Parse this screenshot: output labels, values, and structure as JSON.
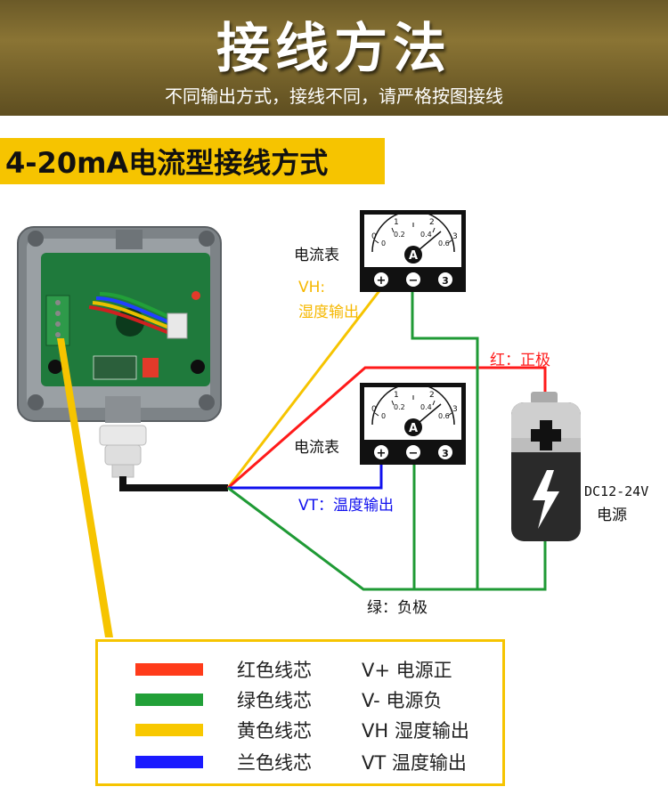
{
  "header": {
    "title": "接线方法",
    "subtitle": "不同输出方式，接线不同，请严格按图接线"
  },
  "section": {
    "title": "4-20mA电流型接线方式"
  },
  "meter_top": {
    "label": "电流表",
    "scale_top": [
      "0",
      "1",
      "2",
      "3"
    ],
    "scale_inner": [
      "0",
      "0.2",
      "0.4",
      "0.6"
    ],
    "unit": "A",
    "terminals": [
      "+",
      "−",
      "3"
    ]
  },
  "meter_bottom": {
    "label": "电流表",
    "scale_top": [
      "0",
      "1",
      "2",
      "3"
    ],
    "scale_inner": [
      "0",
      "0.2",
      "0.4",
      "0.6"
    ],
    "unit": "A",
    "terminals": [
      "+",
      "−",
      "3"
    ]
  },
  "wire_labels": {
    "vh_line1": "VH:",
    "vh_line2": "湿度输出",
    "red": "红：正极",
    "vt": "VT：温度输出",
    "green": "绿：负极"
  },
  "power": {
    "line1": "DC12-24V",
    "line2": "电源"
  },
  "legend": [
    {
      "name": "红色线芯",
      "desc": "V+ 电源正",
      "color": "#ff3b1a"
    },
    {
      "name": "绿色线芯",
      "desc": "V- 电源负",
      "color": "#22a038"
    },
    {
      "name": "黄色线芯",
      "desc": "VH 湿度输出",
      "color": "#f8c800"
    },
    {
      "name": "兰色线芯",
      "desc": "VT 温度输出",
      "color": "#1a1aff"
    }
  ],
  "colors": {
    "red": "#ff1a1a",
    "green": "#1f9a35",
    "yellow": "#f6c400",
    "blue": "#1010ee",
    "banner": "#7a6630"
  }
}
